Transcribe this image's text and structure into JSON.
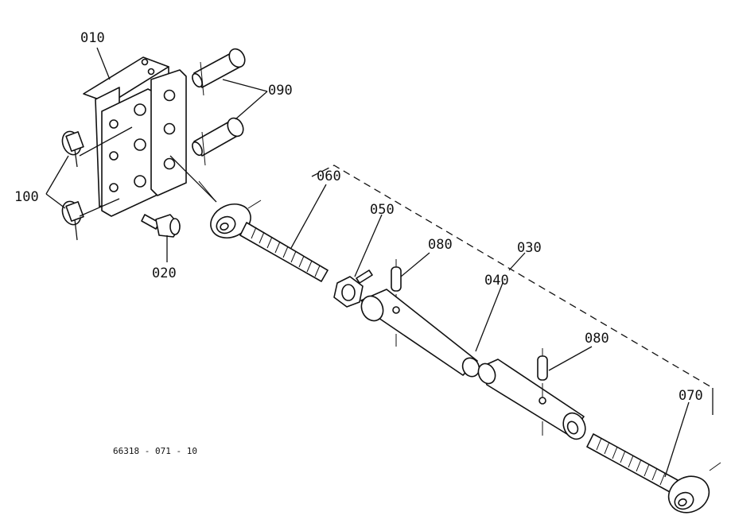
{
  "labels": {
    "p010": "010",
    "p090": "090",
    "p100": "100",
    "p020": "020",
    "p060": "060",
    "p050": "050",
    "p080a": "080",
    "p030": "030",
    "p040": "040",
    "p080b": "080",
    "p070": "070"
  },
  "document_number": "66318 - 071 - 10",
  "colors": {
    "ink": "#111111",
    "paper": "#ffffff"
  }
}
